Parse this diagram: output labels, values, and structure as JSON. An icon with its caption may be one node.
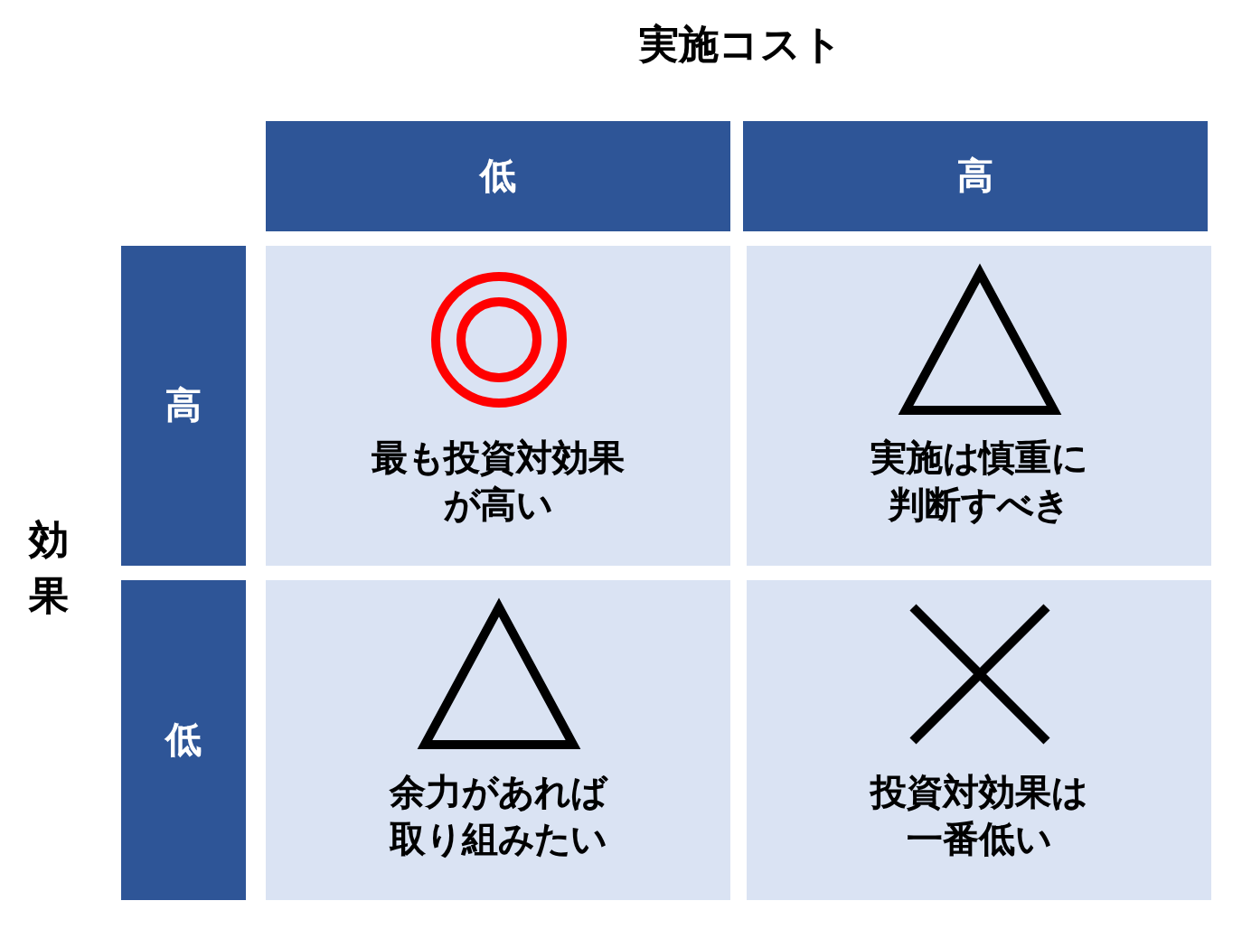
{
  "diagram": {
    "labels": [
      "実施コスト",
      "低",
      "高",
      "効果",
      "高",
      "最も投資対効果が高い",
      "実施は慎重に判断すべき",
      "低",
      "余力があれば取り組みたい",
      "投資対効果は一番低い"
    ]
  }
}
